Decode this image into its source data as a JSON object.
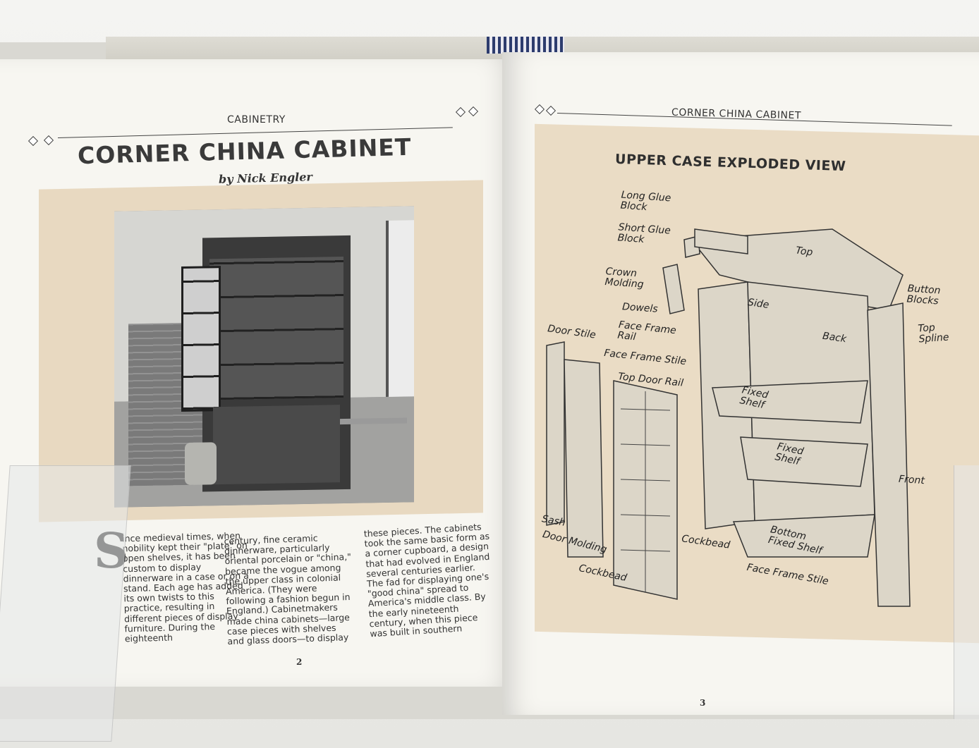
{
  "left_page": {
    "header": "CABINETRY",
    "title": "CORNER CHINA CABINET",
    "byline": "by Nick Engler",
    "dropcap": "S",
    "columns": [
      "ince medieval times, when nobility kept their \"plate\" on open shelves, it has been custom to display dinnerware in a case or on a stand. Each age has added its own twists to this practice, resulting in different pieces of display furniture. During the eighteenth",
      "century, fine ceramic dinnerware, particularly oriental porcelain or \"china,\" became the vogue among the upper class in colonial America. (They were following a fashion begun in England.) Cabinetmakers made china cabinets—large case pieces with shelves and glass doors—to display",
      "these pieces. The cabinets took the same basic form as a corner cupboard, a design that had evolved in England several centuries earlier. The fad for displaying one's \"good china\" spread to America's middle class. By the early nineteenth century, when this piece was built in southern"
    ],
    "page_number": "2"
  },
  "right_page": {
    "header": "CORNER CHINA CABINET",
    "diagram_title": "UPPER CASE EXPLODED VIEW",
    "labels": {
      "long_glue_block": "Long Glue\nBlock",
      "short_glue_block": "Short Glue\nBlock",
      "top": "Top",
      "crown_molding": "Crown\nMolding",
      "dowels": "Dowels",
      "side": "Side",
      "button_blocks": "Button\nBlocks",
      "face_frame_rail": "Face Frame\nRail",
      "back": "Back",
      "top_spline": "Top\nSpline",
      "door_stile": "Door Stile",
      "face_frame_stile_upper": "Face Frame Stile",
      "top_door_rail": "Top Door Rail",
      "fixed_shelf_1": "Fixed\nShelf",
      "fixed_shelf_2": "Fixed\nShelf",
      "front": "Front",
      "sash": "Sash",
      "door_molding": "Door Molding",
      "cockbead_left": "Cockbead",
      "cockbead_mid": "Cockbead",
      "bottom_fixed_shelf": "Bottom\nFixed Shelf",
      "face_frame_stile_lower": "Face Frame Stile"
    },
    "page_number": "3"
  }
}
